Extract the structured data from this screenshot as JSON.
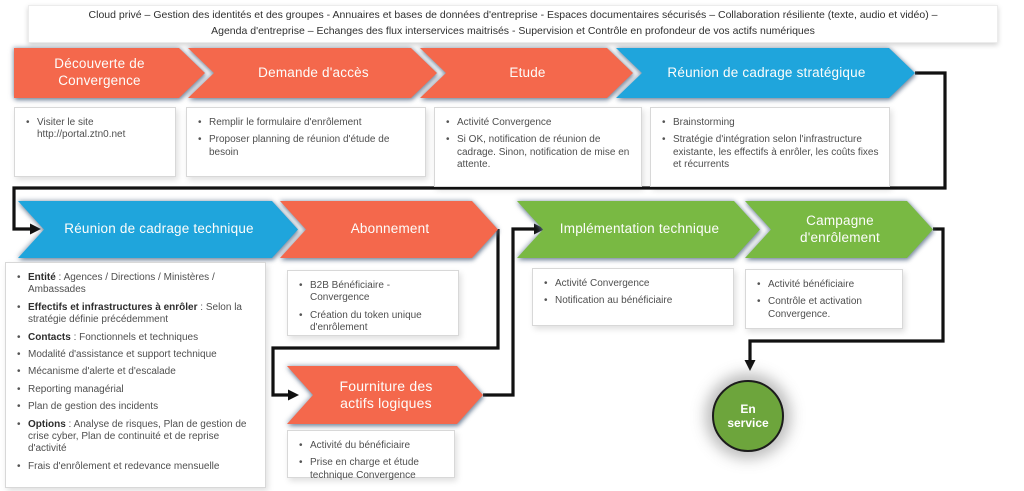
{
  "header": {
    "line1": "Cloud privé – Gestion des identités et des groupes - Annuaires et bases de données d'entreprise - Espaces documentaires sécurisés – Collaboration résiliente (texte, audio et vidéo) –",
    "line2": "Agenda d'entreprise – Echanges des flux interservices maitrisés - Supervision et Contrôle en profondeur de vos actifs numériques"
  },
  "palette": {
    "orange": "#f4684c",
    "blue": "#1fa5dc",
    "green": "#79b943",
    "end_circle_green": "#6da53c",
    "connector_black": "#111111"
  },
  "steps": {
    "discovery": {
      "label": "Découverte de Convergence"
    },
    "access_request": {
      "label": "Demande d'accès"
    },
    "study": {
      "label": "Etude"
    },
    "strategic_meeting": {
      "label": "Réunion de cadrage stratégique"
    },
    "technical_meeting": {
      "label": "Réunion de cadrage technique"
    },
    "subscription": {
      "label": "Abonnement"
    },
    "implementation": {
      "label": "Implémentation technique"
    },
    "enrollment_campaign": {
      "label": "Campagne d'enrôlement"
    },
    "logical_assets": {
      "label": "Fourniture des actifs logiques"
    },
    "in_service": {
      "label": "En service"
    }
  },
  "notes": {
    "discovery": {
      "items": [
        {
          "t": "Visiter le site http://portal.ztn0.net"
        }
      ]
    },
    "access_request": {
      "items": [
        {
          "t": "Remplir le formulaire d'enrôlement"
        },
        {
          "t": "Proposer planning de réunion d'étude de besoin"
        }
      ]
    },
    "study": {
      "items": [
        {
          "t": "Activité Convergence"
        },
        {
          "t": "Si OK, notification de réunion de cadrage. Sinon, notification de mise en attente."
        }
      ]
    },
    "strategic_meeting": {
      "items": [
        {
          "t": "Brainstorming"
        },
        {
          "t": "Stratégie d'intégration selon l'infrastructure existante, les effectifs à enrôler, les coûts fixes et récurrents"
        }
      ]
    },
    "technical_meeting": {
      "items": [
        {
          "b": "Entité",
          "t": " : Agences / Directions / Ministères / Ambassades"
        },
        {
          "b": "Effectifs et infrastructures à enrôler",
          "t": " : Selon la stratégie définie précédemment"
        },
        {
          "b": "Contacts",
          "t": " : Fonctionnels et techniques"
        },
        {
          "t": "Modalité d'assistance et support technique"
        },
        {
          "t": "Mécanisme d'alerte et d'escalade"
        },
        {
          "t": "Reporting managérial"
        },
        {
          "t": "Plan de gestion des incidents"
        },
        {
          "b": "Options",
          "t": " : Analyse de risques, Plan de gestion de crise cyber, Plan de continuité et de reprise d'activité"
        },
        {
          "t": "Frais d'enrôlement et redevance mensuelle"
        }
      ]
    },
    "subscription": {
      "items": [
        {
          "t": "B2B Bénéficiaire - Convergence"
        },
        {
          "t": "Création du token unique d'enrôlement"
        }
      ]
    },
    "implementation": {
      "items": [
        {
          "t": "Activité Convergence"
        },
        {
          "t": "Notification au bénéficiaire"
        }
      ]
    },
    "enrollment_campaign": {
      "items": [
        {
          "t": "Activité bénéficiaire"
        },
        {
          "t": "Contrôle et activation Convergence."
        }
      ]
    },
    "logical_assets": {
      "items": [
        {
          "t": "Activité du bénéficiaire"
        },
        {
          "t": "Prise en charge et étude technique Convergence"
        }
      ]
    }
  }
}
